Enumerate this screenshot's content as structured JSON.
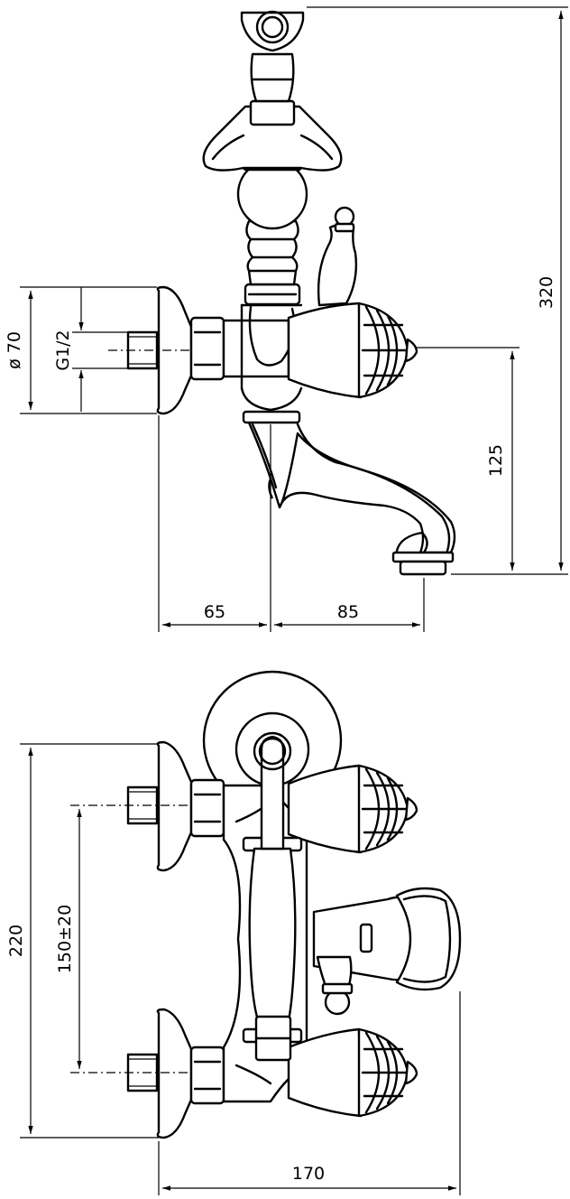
{
  "dimensions": {
    "diameter": "ø 70",
    "thread": "G1/2",
    "height_total": "320",
    "spout_height": "125",
    "wall_to_axis": "65",
    "axis_to_spout": "85",
    "height_front": "220",
    "inlet_spacing": "150±20",
    "width_front": "170"
  }
}
